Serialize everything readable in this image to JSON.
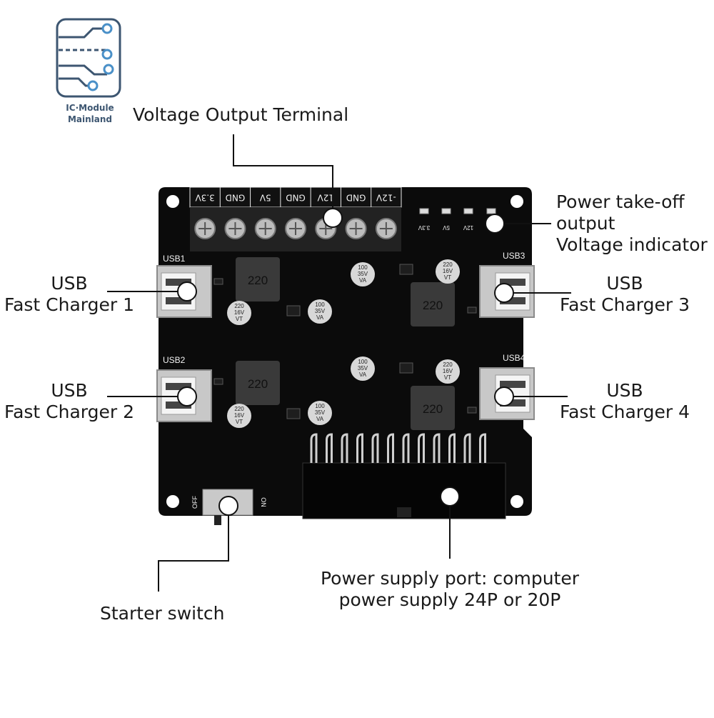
{
  "logo": {
    "line1": "IC·Module",
    "line2": "Mainland",
    "color": "#3d5671",
    "accent": "#4a90c8"
  },
  "callouts": {
    "voltage_output_terminal": "Voltage Output Terminal",
    "power_indicator": [
      "Power take-off",
      "output",
      "Voltage indicator"
    ],
    "usb1": [
      "USB",
      "Fast Charger 1"
    ],
    "usb2": [
      "USB",
      "Fast Charger 2"
    ],
    "usb3": [
      "USB",
      "Fast Charger 3"
    ],
    "usb4": [
      "USB",
      "Fast Charger 4"
    ],
    "power_supply_port": [
      "Power supply port: computer",
      "power supply 24P or 20P"
    ],
    "starter_switch": "Starter switch"
  },
  "board": {
    "terminal_labels": [
      "3.3V",
      "GND",
      "5V",
      "GND",
      "12V",
      "GND",
      "-12V"
    ],
    "led_labels": [
      "3.3V",
      "5V",
      "12V"
    ],
    "usb_ports": [
      "USB1",
      "USB2",
      "USB3",
      "USB4"
    ],
    "inductor_marking": "220",
    "cap_marking_a": [
      "220",
      "16V",
      "VT"
    ],
    "cap_marking_b": [
      "100",
      "35V",
      "VA"
    ],
    "switch_labels": [
      "OFF",
      "ON"
    ],
    "connector_pin_count": 12,
    "pcb_color": "#0b0b0b",
    "silk_color": "#f2f2f2"
  }
}
